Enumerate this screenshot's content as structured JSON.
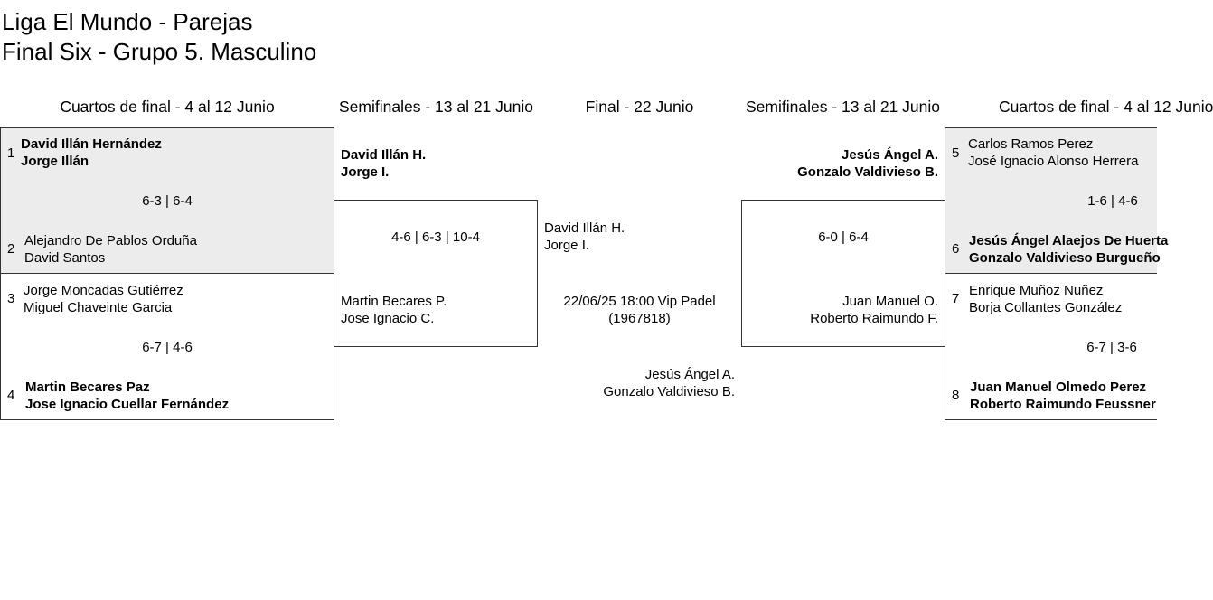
{
  "header": {
    "line1": "Liga El Mundo - Parejas",
    "line2": "Final Six - Grupo 5. Masculino"
  },
  "columns": {
    "qf_left": "Cuartos de final - 4 al 12 Junio",
    "sf_left": "Semifinales - 13 al 21 Junio",
    "final": "Final - 22 Junio",
    "sf_right": "Semifinales - 13 al 21 Junio",
    "qf_right": "Cuartos de final - 4 al 12 Junio"
  },
  "qf_left": {
    "match1": {
      "team1": {
        "seed": "1",
        "p1": "David Illán Hernández",
        "p2": "Jorge Illán",
        "winner": true
      },
      "score": "6-3 | 6-4",
      "team2": {
        "seed": "2",
        "p1": "Alejandro De Pablos Orduña",
        "p2": "David Santos",
        "winner": false
      }
    },
    "match2": {
      "team1": {
        "seed": "3",
        "p1": "Jorge Moncadas Gutiérrez",
        "p2": "Miguel Chaveinte Garcia",
        "winner": false
      },
      "score": "6-7 | 4-6",
      "team2": {
        "seed": "4",
        "p1": "Martin Becares Paz",
        "p2": "Jose Ignacio Cuellar Fernández",
        "winner": true
      }
    }
  },
  "sf_left": {
    "team1": {
      "p1": "David Illán H.",
      "p2": "Jorge I.",
      "winner": true
    },
    "score": "4-6 | 6-3 | 10-4",
    "team2": {
      "p1": "Martin Becares P.",
      "p2": "Jose Ignacio C.",
      "winner": false
    }
  },
  "final": {
    "team1": {
      "p1": "David Illán H.",
      "p2": "Jorge I."
    },
    "info": {
      "line1": "22/06/25 18:00 Vip Padel",
      "line2": "(1967818)"
    },
    "team2": {
      "p1": "Jesús Ángel A.",
      "p2": "Gonzalo Valdivieso B."
    }
  },
  "sf_right": {
    "team1": {
      "p1": "Jesús Ángel A.",
      "p2": "Gonzalo Valdivieso B.",
      "winner": true
    },
    "score": "6-0 | 6-4",
    "team2": {
      "p1": "Juan Manuel O.",
      "p2": "Roberto Raimundo F.",
      "winner": false
    }
  },
  "qf_right": {
    "match1": {
      "team1": {
        "seed": "5",
        "p1": "Carlos Ramos Perez",
        "p2": "José Ignacio Alonso Herrera",
        "winner": false
      },
      "score": "1-6 | 4-6",
      "team2": {
        "seed": "6",
        "p1": "Jesús Ángel Alaejos De Huerta",
        "p2": "Gonzalo Valdivieso Burgueño",
        "winner": true
      }
    },
    "match2": {
      "team1": {
        "seed": "7",
        "p1": "Enrique Muñoz Nuñez",
        "p2": "Borja Collantes González",
        "winner": false
      },
      "score": "6-7 | 3-6",
      "team2": {
        "seed": "8",
        "p1": "Juan Manuel Olmedo Perez",
        "p2": "Roberto Raimundo Feussner",
        "winner": true
      }
    }
  }
}
